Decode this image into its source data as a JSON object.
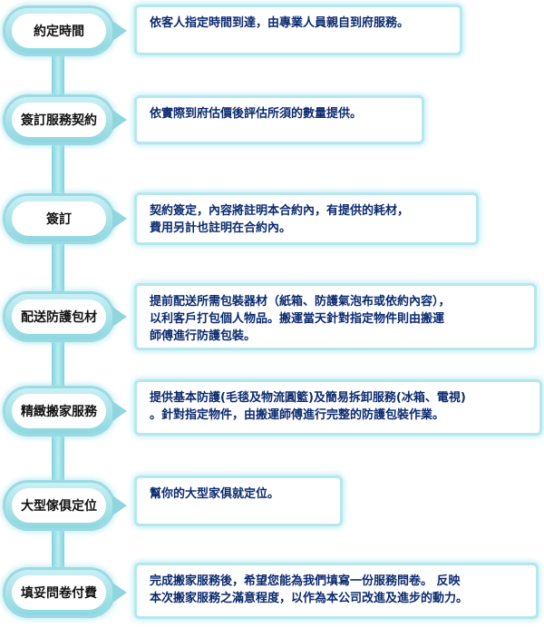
{
  "steps": [
    {
      "label": "約定時間",
      "lines": [
        "依客人指定時間到達，由專業人員親自到府服務。"
      ]
    },
    {
      "label": "簽訂服務契約",
      "lines": [
        "依實際到府估價後評估所須的數量提供。"
      ]
    },
    {
      "label": "簽訂",
      "lines": [
        "契約簽定，內容將註明本合約內，有提供的耗材，",
        "費用另計也註明在合約內。"
      ]
    },
    {
      "label": "配送防護包材",
      "lines": [
        "提前配送所需包裝器材（紙箱、防護氣泡布或依約內容），",
        "以利客戶打包個人物品。搬運當天針對指定物件則由搬運",
        "師傅進行防護包裝。"
      ]
    },
    {
      "label": "精緻搬家服務",
      "lines": [
        "提供基本防護(毛毯及物流圓籃)及簡易拆卸服務(冰箱、電視)",
        "。針對指定物件，由搬運師傅進行完整的防護包裝作業。"
      ]
    },
    {
      "label": "大型傢俱定位",
      "lines": [
        "幫你的大型家俱就定位。"
      ]
    },
    {
      "label": "填妥問卷付費",
      "lines": [
        "完成搬家服務後，希望您能為我們填寫一份服務問卷。 反映",
        "本次搬家服務之滿意程度，以作為本公司改進及進步的動力。"
      ]
    }
  ]
}
